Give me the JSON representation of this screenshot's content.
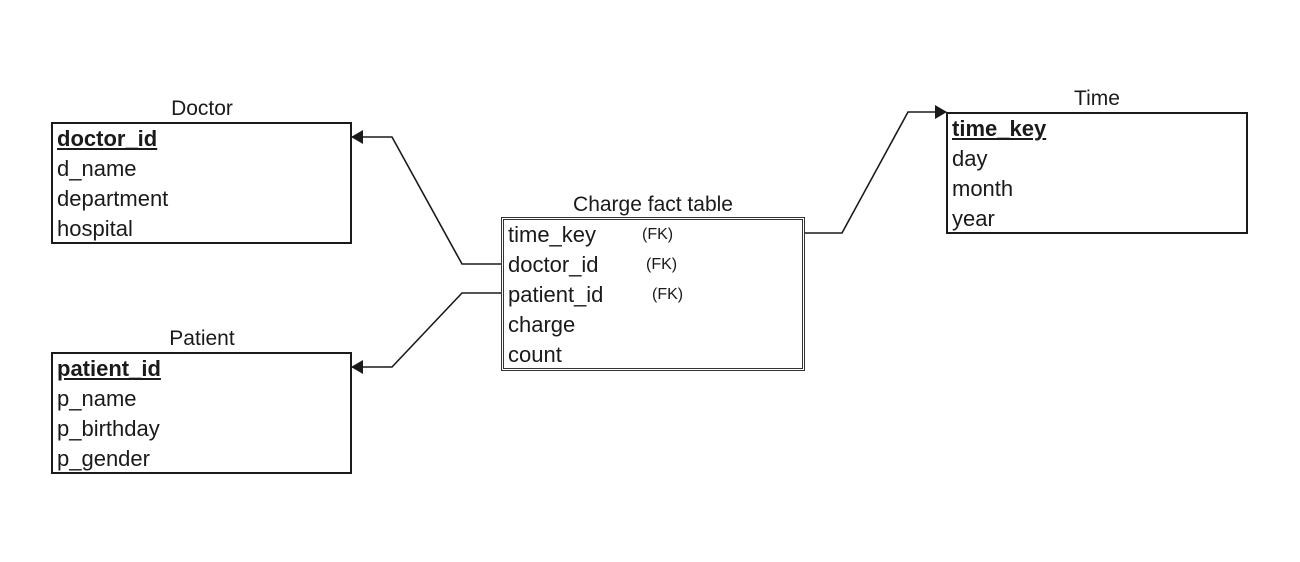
{
  "tables": {
    "doctor": {
      "title": "Doctor",
      "pk": "doctor_id",
      "fields": [
        "d_name",
        "department",
        "hospital"
      ]
    },
    "patient": {
      "title": "Patient",
      "pk": "patient_id",
      "fields": [
        "p_name",
        "p_birthday",
        "p_gender"
      ]
    },
    "time": {
      "title": "Time",
      "pk": "time_key",
      "fields": [
        "day",
        "month",
        "year"
      ]
    },
    "fact": {
      "title": "Charge fact table",
      "rows": [
        {
          "name": "time_key",
          "tag": "(FK)"
        },
        {
          "name": "doctor_id",
          "tag": "(FK)"
        },
        {
          "name": "patient_id",
          "tag": "(FK)"
        },
        {
          "name": "charge"
        },
        {
          "name": "count"
        }
      ]
    }
  }
}
